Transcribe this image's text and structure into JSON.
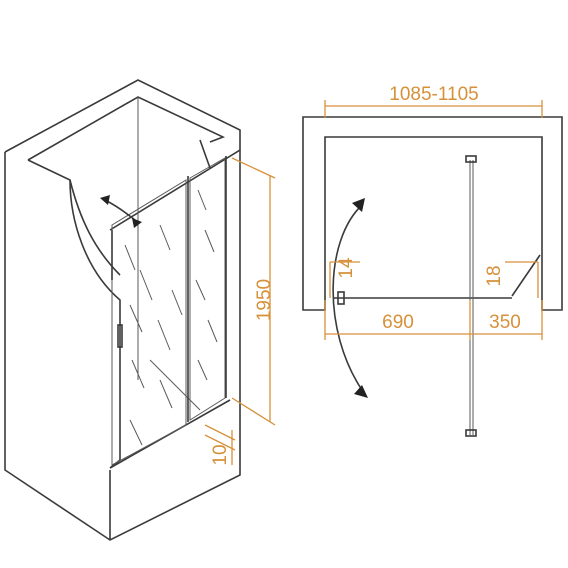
{
  "dimensions": {
    "width_range": "1085-1105",
    "height": "1950",
    "threshold": "10",
    "door_width": "690",
    "fixed_width": "350",
    "door_offset": "14",
    "fixed_offset": "18"
  },
  "colors": {
    "dimension": "#d6913a",
    "outline": "#3a3a3a"
  }
}
